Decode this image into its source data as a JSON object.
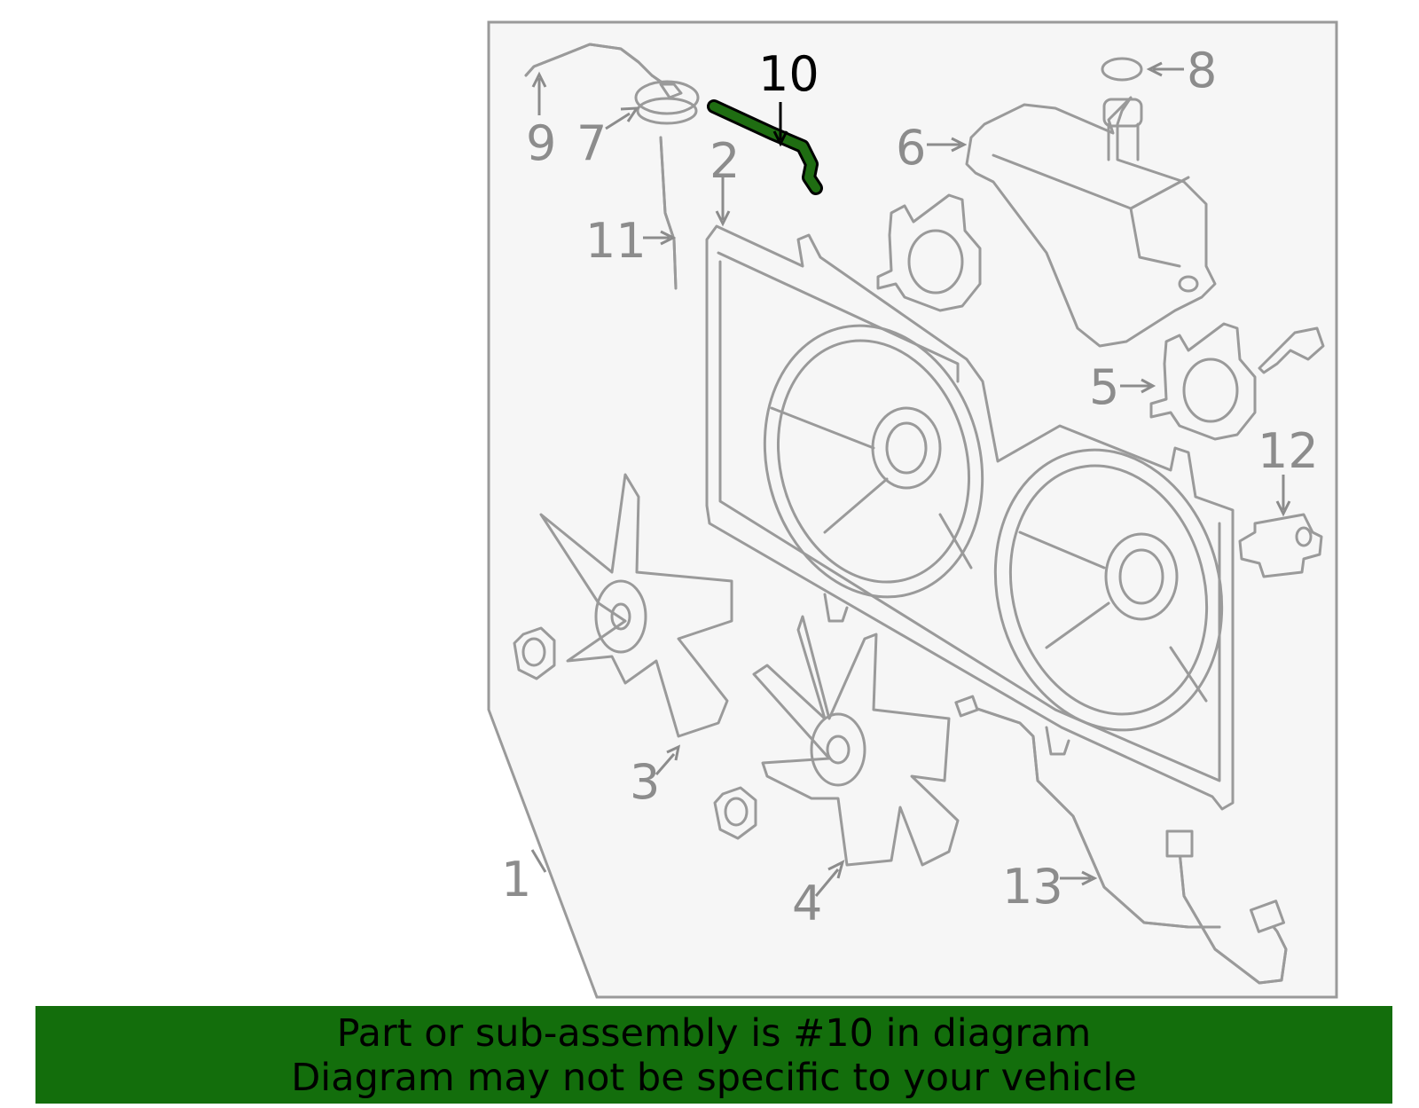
{
  "colors": {
    "highlight": "#1f6d12",
    "banner_bg": "#136e0c",
    "part_stroke": "#9a9a9a",
    "panel_bg": "#f6f6f6",
    "callout_text": "#8c8c8c"
  },
  "callouts": [
    "1",
    "2",
    "3",
    "4",
    "5",
    "6",
    "7",
    "8",
    "9",
    "10",
    "11",
    "12",
    "13"
  ],
  "highlighted_part": "10",
  "banner": {
    "line1": "Part or sub-assembly is #10 in diagram",
    "line2": "Diagram may not be specific to your vehicle"
  }
}
